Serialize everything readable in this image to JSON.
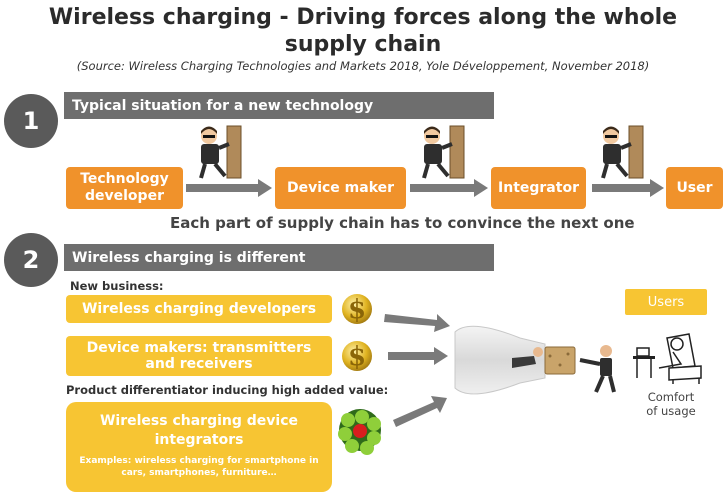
{
  "header": {
    "title_line1": "Wireless charging - Driving forces along the whole",
    "title_line2": "supply chain",
    "source": "(Source: Wireless Charging Technologies and Markets 2018, Yole Développement, November 2018)"
  },
  "section1": {
    "number": "1",
    "banner": "Typical situation for a new technology",
    "steps": [
      {
        "label_line1": "Technology",
        "label_line2": "developer"
      },
      {
        "label_line1": "Device maker",
        "label_line2": ""
      },
      {
        "label_line1": "Integrator",
        "label_line2": ""
      },
      {
        "label_line1": "User",
        "label_line2": ""
      }
    ],
    "caption": "Each part of supply chain has to convince the next one"
  },
  "section2": {
    "number": "2",
    "banner": "Wireless charging is different",
    "new_business_label": "New business:",
    "developers": "Wireless charging developers",
    "device_makers_line1": "Device makers: transmitters",
    "device_makers_line2": "and receivers",
    "differentiator_label": "Product differentiator inducing high added value:",
    "integrators_line1": "Wireless charging device",
    "integrators_line2": "integrators",
    "examples_line1": "Examples: wireless charging for smartphone in",
    "examples_line2": "cars, smartphones, furniture…",
    "users_label": "Users",
    "comfort_line1": "Comfort",
    "comfort_line2": "of usage",
    "dollar_symbol": "$"
  },
  "colors": {
    "orange": "#f0922b",
    "yellow": "#f7c533",
    "banner_gray": "#6e6e6e",
    "arrow_gray": "#7a7a7a"
  }
}
